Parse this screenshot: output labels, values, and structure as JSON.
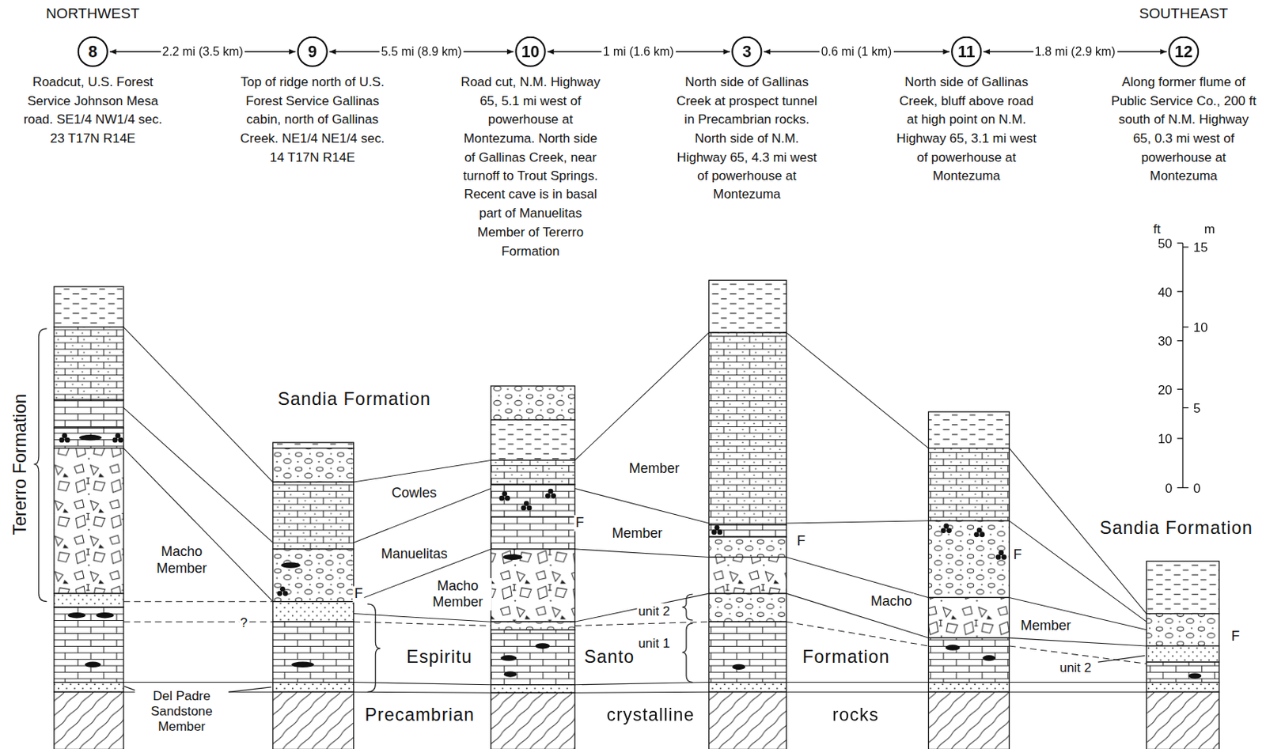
{
  "diagram": {
    "nodes": [
      {
        "text": [
          "8"
        ]
      },
      {
        "text": [
          "9"
        ]
      },
      {
        "text": [
          "10"
        ]
      },
      {
        "text": [
          "3"
        ]
      },
      {
        "text": [
          "11"
        ]
      },
      {
        "text": [
          "12"
        ]
      }
    ],
    "edges": [
      {
        "from": 0,
        "to": 1,
        "arrow": "both",
        "label": "2.2 mi (3.5 km)"
      },
      {
        "from": 1,
        "to": 2,
        "arrow": "both",
        "label": "5.5 mi (8.9 km)"
      },
      {
        "from": 2,
        "to": 3,
        "arrow": "both",
        "label": "1 mi (1.6 km)"
      },
      {
        "from": 3,
        "to": 4,
        "arrow": "both",
        "label": "0.6 mi (1 km)"
      },
      {
        "from": 4,
        "to": 5,
        "arrow": "both",
        "label": "1.8 mi (2.9 km)"
      }
    ],
    "labels": [
      "NORTHWEST",
      "SOUTHEAST",
      "Roadcut, U.S. Forest Service Johnson Mesa road. SE1/4 NW1/4 sec. 23 T17N R14E",
      "Top of ridge north of U.S. Forest Service Gallinas cabin, north of Gallinas Creek. NE1/4 NE1/4 sec. 14 T17N R14E",
      "Road cut, N.M. Highway 65, 5.1 mi west of powerhouse at Montezuma. North side of Gallinas Creek, near turnoff to Trout Springs. Recent cave is in basal part of Manuelitas Member of Tererro Formation",
      "North side of Gallinas Creek at prospect tunnel in Precambrian rocks. North side of N.M. Highway 65, 4.3 mi west of powerhouse at Montezuma",
      "North side of Gallinas Creek, bluff above road at high point on N.M. Highway 65, 3.1 mi west of powerhouse at Montezuma",
      "Along former flume of Public Service Co., 200 ft south of N.M. Highway 65, 0.3 mi west of powerhouse at Montezuma",
      "Tererro Formation",
      "Sandia Formation",
      "Cowles",
      "Member",
      "Manuelitas",
      "Member",
      "Macho Member",
      "Macho Member",
      "Macho",
      "Member",
      "F",
      "F",
      "F",
      "F",
      "F",
      "Espiritu",
      "Santo",
      "Formation",
      "unit 2",
      "unit 1",
      "unit 2",
      "?",
      "Precambrian",
      "crystalline",
      "rocks",
      "Del Padre Sandstone Member",
      "Sandia Formation",
      "ft",
      "m",
      "50",
      "40",
      "30",
      "20",
      "10",
      "0",
      "15",
      "10",
      "5",
      "0"
    ]
  }
}
